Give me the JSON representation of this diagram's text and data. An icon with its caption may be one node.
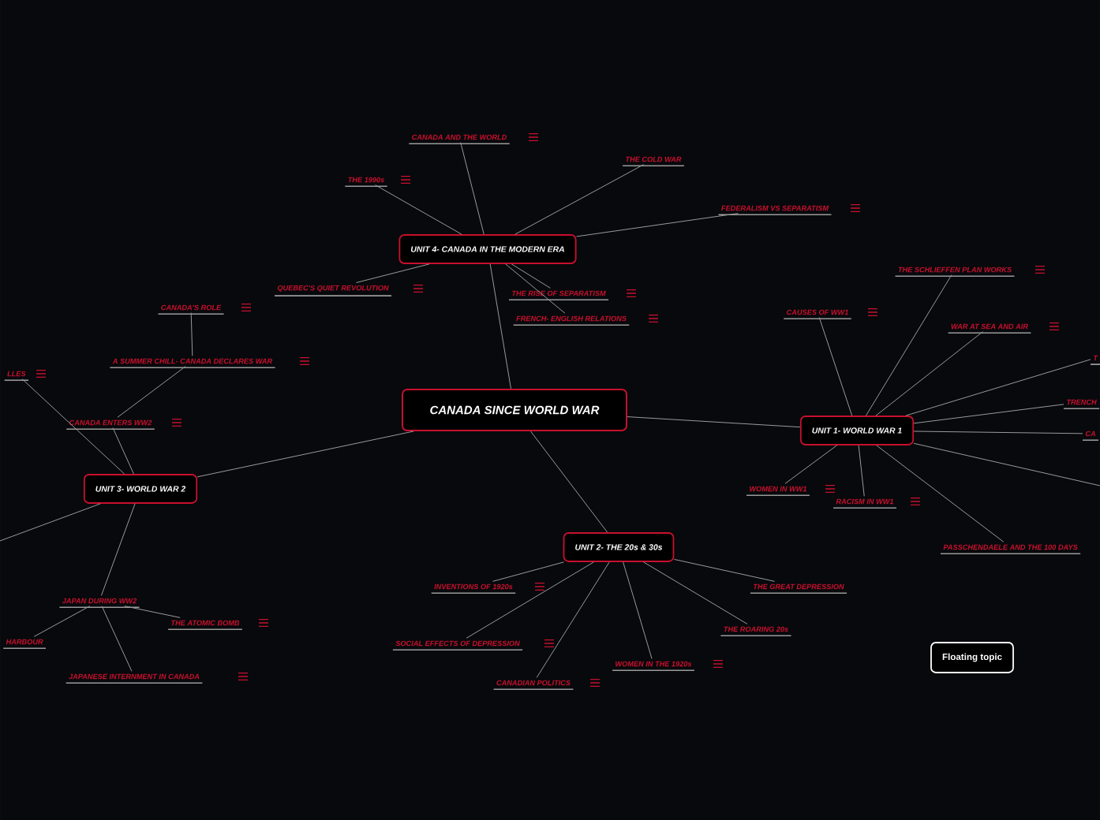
{
  "diagram": {
    "nodes": [
      {
        "text": [
          "CANADA SINCE WORLD WAR"
        ]
      },
      {
        "text": [
          "UNIT 4- CANADA IN THE MODERN ERA"
        ]
      },
      {
        "text": [
          "UNIT 1- WORLD WAR 1"
        ]
      },
      {
        "text": [
          "UNIT 3- WORLD WAR 2"
        ]
      },
      {
        "text": [
          "UNIT 2- THE 20s & 30s"
        ]
      },
      {
        "text": [
          "Floating topic"
        ]
      },
      {
        "text": [
          "CANADA AND THE WORLD"
        ]
      },
      {
        "text": [
          "THE 1990s"
        ]
      },
      {
        "text": [
          "THE COLD WAR"
        ]
      },
      {
        "text": [
          "FEDERALISM VS SEPARATISM"
        ]
      },
      {
        "text": [
          "QUEBEC'S QUIET REVOLUTION"
        ]
      },
      {
        "text": [
          "THE RISE OF SEPARATISM"
        ]
      },
      {
        "text": [
          "FRENCH- ENGLISH RELATIONS"
        ]
      },
      {
        "text": [
          "CANADA'S ROLE"
        ]
      },
      {
        "text": [
          "A SUMMER CHILL- CANADA DECLARES WAR"
        ]
      },
      {
        "text": [
          "CANADA ENTERS WW2"
        ]
      },
      {
        "text": [
          "LLES"
        ]
      },
      {
        "text": [
          "JAPAN DURING WW2"
        ]
      },
      {
        "text": [
          "THE ATOMIC BOMB"
        ]
      },
      {
        "text": [
          "HARBOUR"
        ]
      },
      {
        "text": [
          "JAPANESE INTERNMENT IN CANADA"
        ]
      },
      {
        "text": [
          "CAUSES OF WW1"
        ]
      },
      {
        "text": [
          "THE SCHLIEFFEN PLAN WORKS"
        ]
      },
      {
        "text": [
          "WAR AT SEA AND AIR"
        ]
      },
      {
        "text": [
          "T"
        ]
      },
      {
        "text": [
          "TRENCH"
        ]
      },
      {
        "text": [
          "CA"
        ]
      },
      {
        "text": [
          "WOMEN IN WW1"
        ]
      },
      {
        "text": [
          "RACISM IN WW1"
        ]
      },
      {
        "text": [
          "PASSCHENDAELE AND THE 100 DAYS"
        ]
      },
      {
        "text": [
          "INVENTIONS OF 1920s"
        ]
      },
      {
        "text": [
          "SOCIAL EFFECTS OF DEPRESSION"
        ]
      },
      {
        "text": [
          "CANADIAN POLITICS"
        ]
      },
      {
        "text": [
          "WOMEN IN THE 1920s"
        ]
      },
      {
        "text": [
          "THE ROARING 20s"
        ]
      },
      {
        "text": [
          "THE GREAT DEPRESSION"
        ]
      }
    ],
    "edges": [
      {
        "from": 0,
        "to": 1,
        "arrow": "none"
      },
      {
        "from": 0,
        "to": 2,
        "arrow": "none"
      },
      {
        "from": 0,
        "to": 3,
        "arrow": "none"
      },
      {
        "from": 0,
        "to": 4,
        "arrow": "none"
      },
      {
        "from": 1,
        "to": 6,
        "arrow": "none"
      },
      {
        "from": 1,
        "to": 7,
        "arrow": "none"
      },
      {
        "from": 1,
        "to": 8,
        "arrow": "none"
      },
      {
        "from": 1,
        "to": 9,
        "arrow": "none"
      },
      {
        "from": 1,
        "to": 10,
        "arrow": "none"
      },
      {
        "from": 1,
        "to": 11,
        "arrow": "none"
      },
      {
        "from": 1,
        "to": 12,
        "arrow": "none"
      },
      {
        "from": 3,
        "to": 15,
        "arrow": "none"
      },
      {
        "from": 15,
        "to": 14,
        "arrow": "none"
      },
      {
        "from": 14,
        "to": 13,
        "arrow": "none"
      },
      {
        "from": 3,
        "to": 16,
        "arrow": "none"
      },
      {
        "from": 3,
        "to": 17,
        "arrow": "none"
      },
      {
        "from": 17,
        "to": 18,
        "arrow": "none"
      },
      {
        "from": 17,
        "to": 19,
        "arrow": "none"
      },
      {
        "from": 17,
        "to": 20,
        "arrow": "none"
      },
      {
        "from": 3,
        "to": null,
        "arrow": "none"
      },
      {
        "from": 2,
        "to": 21,
        "arrow": "none"
      },
      {
        "from": 2,
        "to": 22,
        "arrow": "none"
      },
      {
        "from": 2,
        "to": 23,
        "arrow": "none"
      },
      {
        "from": 2,
        "to": 24,
        "arrow": "none"
      },
      {
        "from": 2,
        "to": 25,
        "arrow": "none"
      },
      {
        "from": 2,
        "to": 26,
        "arrow": "none"
      },
      {
        "from": 2,
        "to": 27,
        "arrow": "none"
      },
      {
        "from": 2,
        "to": 28,
        "arrow": "none"
      },
      {
        "from": 2,
        "to": 29,
        "arrow": "none"
      },
      {
        "from": 2,
        "to": null,
        "arrow": "none"
      },
      {
        "from": 4,
        "to": 30,
        "arrow": "none"
      },
      {
        "from": 4,
        "to": 31,
        "arrow": "none"
      },
      {
        "from": 4,
        "to": 32,
        "arrow": "none"
      },
      {
        "from": 4,
        "to": 33,
        "arrow": "none"
      },
      {
        "from": 4,
        "to": 34,
        "arrow": "none"
      },
      {
        "from": 4,
        "to": 35,
        "arrow": "none"
      }
    ]
  }
}
